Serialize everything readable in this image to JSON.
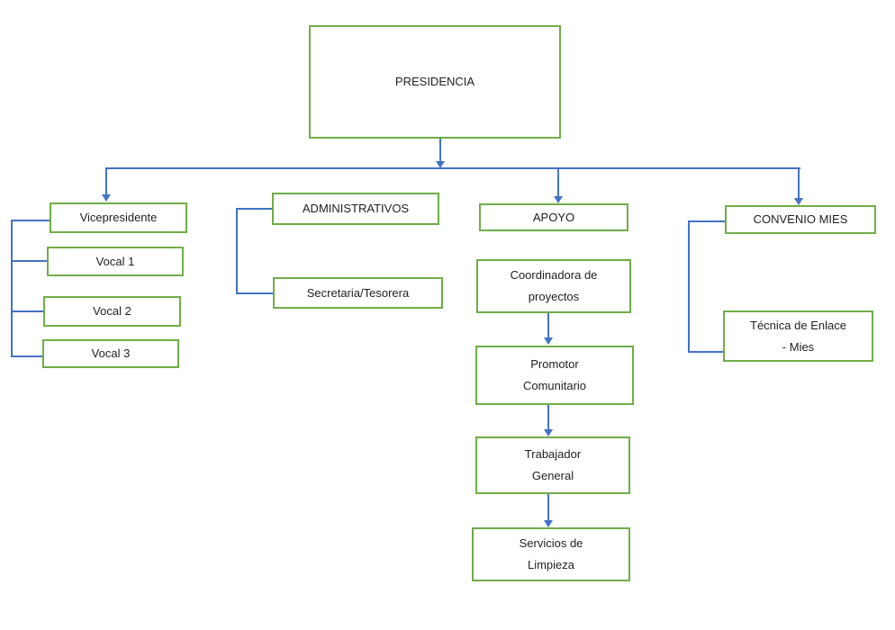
{
  "diagram": {
    "type": "org-chart",
    "language": "es"
  },
  "nodes": {
    "presidencia": "PRESIDENCIA",
    "vicepresidente": "Vicepresidente",
    "vocal_1": "Vocal 1",
    "vocal_2": "Vocal 2",
    "vocal_3": "Vocal 3",
    "administrativos": "ADMINISTRATIVOS",
    "secretaria_tesorera": "Secretaria/Tesorera",
    "apoyo": "APOYO",
    "coordinadora_proyectos": "Coordinadora de\nproyectos",
    "promotor_comunitario": "Promotor\nComunitario",
    "trabajador_general": "Trabajador\nGeneral",
    "servicios_limpieza": "Servicios de\nLimpieza",
    "convenio_mies": "CONVENIO MIES",
    "tecnica_enlace_mies": "Técnica de Enlace\n- Mies"
  },
  "structure": {
    "root": "PRESIDENCIA",
    "branches": [
      {
        "head": "Vicepresidente",
        "children": [
          "Vocal 1",
          "Vocal 2",
          "Vocal 3"
        ]
      },
      {
        "head": "ADMINISTRATIVOS",
        "children": [
          "Secretaria/Tesorera"
        ]
      },
      {
        "head": "APOYO",
        "chain": [
          "Coordinadora de proyectos",
          "Promotor Comunitario",
          "Trabajador General",
          "Servicios de Limpieza"
        ]
      },
      {
        "head": "CONVENIO MIES",
        "children": [
          "Técnica de Enlace - Mies"
        ]
      }
    ]
  },
  "colors": {
    "box_border": "#70AD47",
    "connector": "#4472C4",
    "text": "#1F1F1F",
    "background": "#FFFFFF"
  }
}
